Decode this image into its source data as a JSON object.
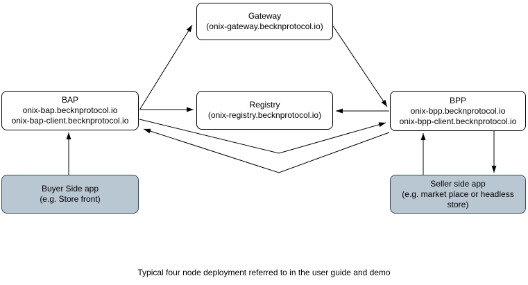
{
  "diagram": {
    "caption": "Typical four node deployment referred to in the user guide and demo",
    "nodes": {
      "gateway": {
        "lines": [
          "Gateway",
          "(onix-gateway.becknprotocol.io)"
        ]
      },
      "bap": {
        "lines": [
          "BAP",
          "onix-bap.becknprotocol.io",
          "onix-bap-client.becknprotocol.io"
        ]
      },
      "registry": {
        "lines": [
          "Registry",
          "(onix-registry.becknprotocol.io)"
        ]
      },
      "bpp": {
        "lines": [
          "BPP",
          "onix-bpp.becknprotocol.io",
          "onix-bpp-client.becknprotocol.io"
        ]
      },
      "buyer_app": {
        "lines": [
          "Buyer Side app",
          "(e.g. Store front)"
        ]
      },
      "seller_app": {
        "lines": [
          "Seller side app",
          "(e.g. market place or headless store)"
        ]
      }
    },
    "edges": [
      {
        "from": "bap",
        "to": "gateway"
      },
      {
        "from": "gateway",
        "to": "bpp"
      },
      {
        "from": "bap",
        "to": "registry"
      },
      {
        "from": "bpp",
        "to": "registry"
      },
      {
        "from": "bap",
        "to": "bpp"
      },
      {
        "from": "bpp",
        "to": "bap"
      },
      {
        "from": "buyer_app",
        "to": "bap"
      },
      {
        "from": "seller_app",
        "to": "bpp"
      },
      {
        "from": "bpp",
        "to": "seller_app"
      }
    ],
    "colors": {
      "node_fill": "#ffffff",
      "node_border": "#000000",
      "app_fill": "#b9c7d2",
      "app_border": "#314b5f",
      "arrow": "#000000"
    }
  }
}
